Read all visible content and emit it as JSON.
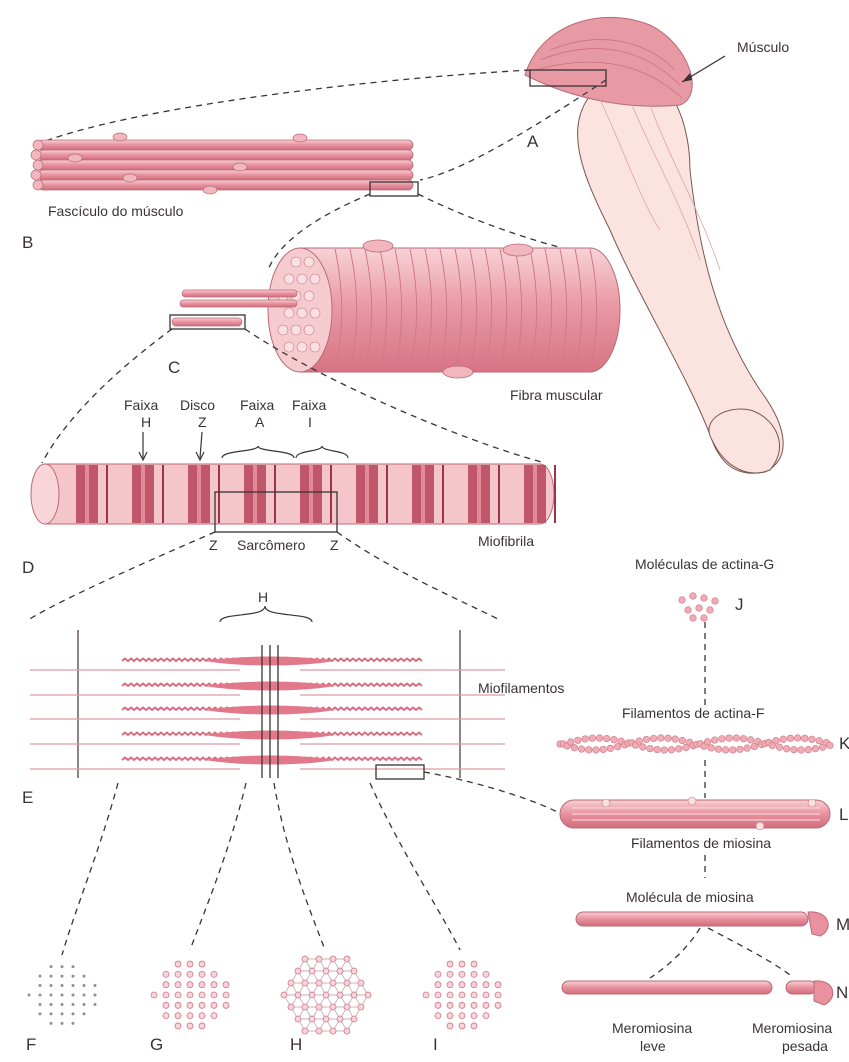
{
  "panels": {
    "A": "A",
    "B": "B",
    "C": "C",
    "D": "D",
    "E": "E",
    "F": "F",
    "G": "G",
    "H": "H",
    "I": "I",
    "J": "J",
    "K": "K",
    "L": "L",
    "M": "M",
    "N": "N"
  },
  "labels": {
    "musculo": "Músculo",
    "fasciculo": "Fascículo do músculo",
    "fibra": "Fibra muscular",
    "faixa_h_1": "Faixa",
    "faixa_h_2": "H",
    "disco_z_1": "Disco",
    "disco_z_2": "Z",
    "faixa_a_1": "Faixa",
    "faixa_a_2": "A",
    "faixa_i_1": "Faixa",
    "faixa_i_2": "I",
    "z_left": "Z",
    "sarcomero": "Sarcômero",
    "z_right": "Z",
    "miofibrila": "Miofibrila",
    "h_bracket": "H",
    "miofilamentos": "Miofilamentos",
    "actina_g": "Moléculas de actina-G",
    "actina_f": "Filamentos de actina-F",
    "filamentos_miosina": "Filamentos de miosina",
    "molecula_miosina": "Molécula de miosina",
    "meromiosina_leve_1": "Meromiosina",
    "meromiosina_leve_2": "leve",
    "meromiosina_pesada_1": "Meromiosina",
    "meromiosina_pesada_2": "pesada"
  },
  "colors": {
    "muscle_pink": "#e89aa4",
    "muscle_light": "#f6cbd0",
    "band_dark": "#b94a5c",
    "outline": "#3a3335",
    "skin": "#fbe4df"
  }
}
